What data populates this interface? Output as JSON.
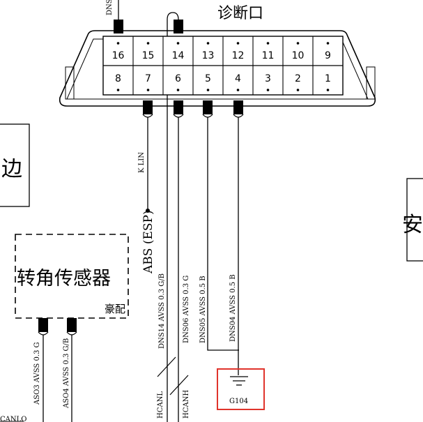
{
  "connector": {
    "title": "诊断口",
    "top_dns_label": "DNS",
    "pins_top": [
      "16",
      "15",
      "14",
      "13",
      "12",
      "11",
      "10",
      "9"
    ],
    "pins_bottom": [
      "8",
      "7",
      "6",
      "5",
      "4",
      "3",
      "2",
      "1"
    ]
  },
  "left_box_text": "边",
  "right_box_text": "安",
  "sensor": {
    "title": "转角传感器",
    "subtitle": "豪配"
  },
  "abs_label": "ABS (ESP)",
  "wires": {
    "k_lin": "K LIN",
    "dns14": "DNS14  AVSS  0.3  G/B",
    "dns06": "DNS06  AVSS  0.3  G",
    "dns05": "DNS05  AVSS  0.5  B",
    "dns04": "DNS04  AVSS  0.5  B",
    "aso3": "ASO3  AVSS  0.3  G",
    "aso4": "ASO4  AVSS  0.3  G/B",
    "hcanl": "HCANL",
    "hcanh": "HCANH",
    "canlo": "CANLO"
  },
  "ground_label": "G104",
  "colors": {
    "ink": "#000000",
    "highlight": "#e0332b"
  }
}
